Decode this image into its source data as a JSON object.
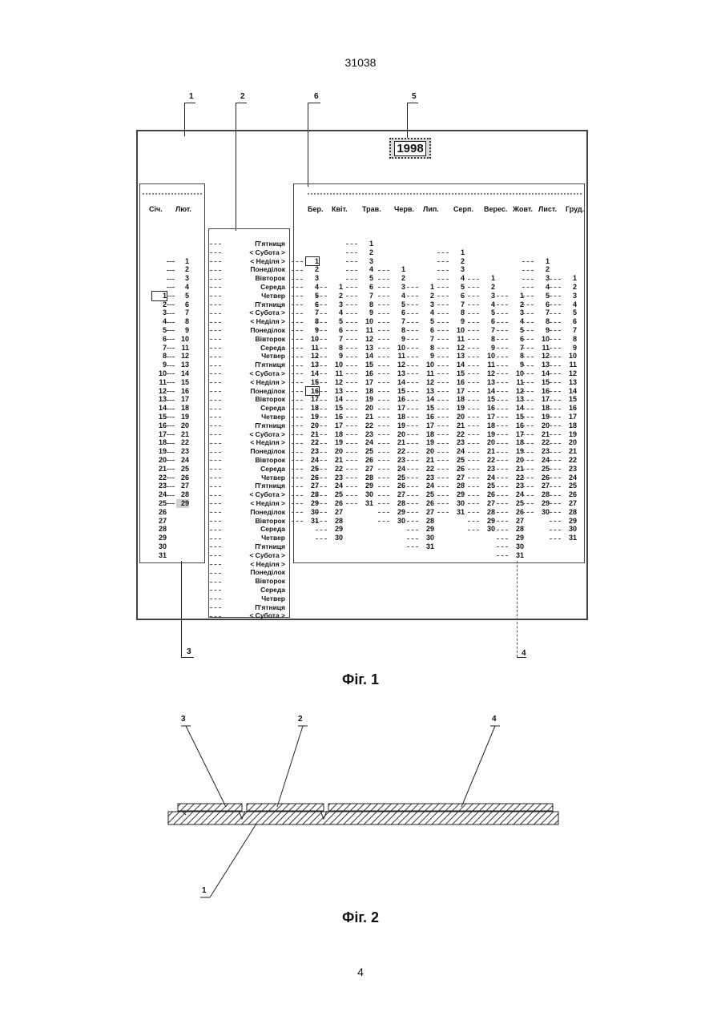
{
  "header": {
    "doc_number": "31038"
  },
  "fig1": {
    "caption": "Фіг. 1",
    "year": "1998",
    "callouts": [
      "1",
      "2",
      "6",
      "5",
      "3",
      "4"
    ],
    "left_months": [
      "Січ.",
      "Лют."
    ],
    "jan_days": [
      "1",
      "2",
      "3",
      "4",
      "5",
      "6",
      "7",
      "8",
      "9",
      "10",
      "11",
      "12",
      "13",
      "14",
      "15",
      "16",
      "17",
      "18",
      "19",
      "20",
      "21",
      "22",
      "23",
      "24",
      "25",
      "26",
      "27",
      "28",
      "29",
      "30",
      "31"
    ],
    "feb_days": [
      "1",
      "2",
      "3",
      "4",
      "5",
      "6",
      "7",
      "8",
      "9",
      "10",
      "11",
      "12",
      "13",
      "14",
      "15",
      "16",
      "17",
      "18",
      "19",
      "20",
      "21",
      "22",
      "23",
      "24",
      "25",
      "26",
      "27",
      "28",
      "29"
    ],
    "weekdays": [
      "П'ятниця",
      "< Субота >",
      "< Неділя >",
      "Понеділок",
      "Вівторок",
      "Середа",
      "Четвер",
      "П'ятниця",
      "< Субота >",
      "< Неділя >",
      "Понеділок",
      "Вівторок",
      "Середа",
      "Четвер",
      "П'ятниця",
      "< Субота >",
      "< Неділя >",
      "Понеділок",
      "Вівторок",
      "Середа",
      "Четвер",
      "П'ятниця",
      "< Субота >",
      "< Неділя >",
      "Понеділок",
      "Вівторок",
      "Середа",
      "Четвер",
      "П'ятниця",
      "< Субота >",
      "< Неділя >",
      "Понеділок",
      "Вівторок",
      "Середа",
      "Четвер",
      "П'ятниця",
      "< Субота >",
      "< Неділя >",
      "Понеділок",
      "Вівторок",
      "Середа",
      "Четвер",
      "П'ятниця",
      "< Субота >"
    ],
    "right_months": [
      "Бер.",
      "Квіт.",
      "Трав.",
      "Черв.",
      "Лип.",
      "Серп.",
      "Верес.",
      "Жовт.",
      "Лист.",
      "Груд."
    ],
    "highlighted": {
      "jan": "1",
      "mar_a": "1",
      "mar_b": "16",
      "feb": "29"
    }
  },
  "fig2": {
    "caption": "Фіг. 2",
    "callouts": [
      "3",
      "2",
      "4",
      "1"
    ]
  },
  "footer": {
    "page_number": "4"
  }
}
